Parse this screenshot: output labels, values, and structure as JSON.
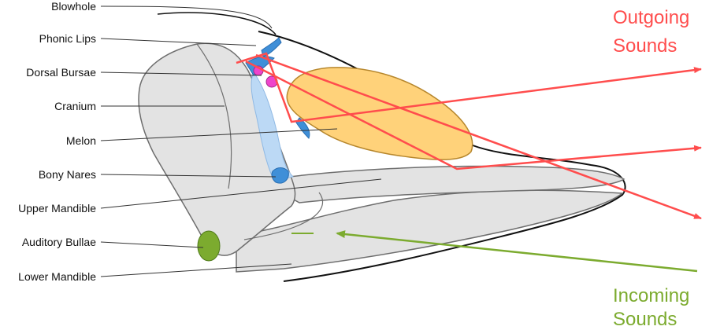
{
  "labels": {
    "blowhole": "Blowhole",
    "phonic_lips": "Phonic Lips",
    "dorsal_bursae": "Dorsal Bursae",
    "cranium": "Cranium",
    "melon": "Melon",
    "bony_nares": "Bony Nares",
    "upper_mandible": "Upper Mandible",
    "auditory_bullae": "Auditory Bullae",
    "lower_mandible": "Lower Mandible"
  },
  "outgoing": {
    "line1": "Outgoing",
    "line2": "Sounds"
  },
  "incoming": {
    "line1": "Incoming",
    "line2": "Sounds"
  },
  "colors": {
    "skin_outline": "#111111",
    "bone_fill": "#e3e3e3",
    "bone_stroke": "#6e6e6e",
    "melon": "#ffd27a",
    "melon_stroke": "#b7872d",
    "nares": "#3f8fd8",
    "nasal_passage": "#bcd9f5",
    "bursae": "#ee44cc",
    "bullae": "#7cab2f",
    "outgoing": "#ff4d4d",
    "incoming": "#7cab2f",
    "leader": "#333333"
  }
}
